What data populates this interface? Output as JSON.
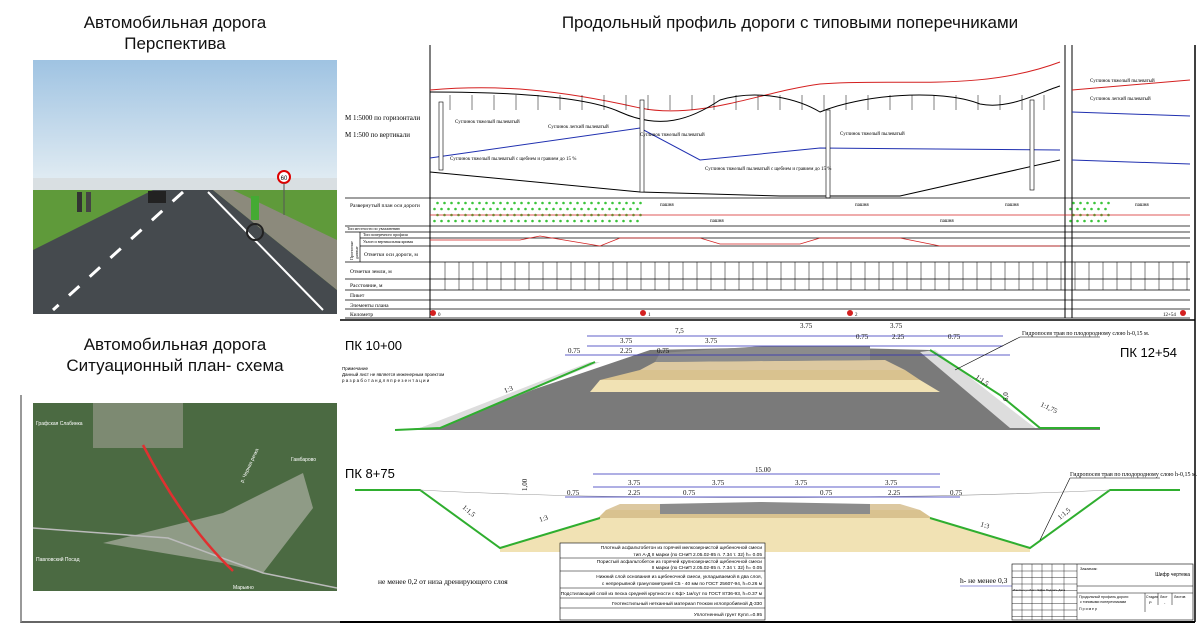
{
  "left": {
    "perspective_title": [
      "Автомобильная дорога",
      "Перспектива"
    ],
    "plan_title": [
      "Автомобильная дорога",
      "Ситуационный план- схема"
    ],
    "speed_sign": "60",
    "map_labels": [
      "Графская Слабинка",
      "Гамбарово",
      "р. Черная речка",
      "Павловский Посад",
      "Марьино"
    ]
  },
  "profile": {
    "title": "Продольный профиль дороги с типовыми поперечниками",
    "scale_h": "М 1:5000 по горизонтали",
    "scale_v": "М 1:500 по вертикали",
    "soils": [
      "Суглинок тяжелый пылеватый",
      "Суглинок легкий пылеватый",
      "Суглинок тяжелый пылеватый с щебнем и гравием до 15 %",
      "Суглинок легкий пылеватый",
      "Суглинок тяжелый пылеватый",
      "Суглинок тяжелый пылеватый с щебнем и гравием до 15 %",
      "Суглинок тяжелый пылеватый",
      "Суглинок легкий пылеватый"
    ],
    "rows": [
      "Развернутый план оси дороги",
      "Тип местности по увлажнению",
      "Тип поперечного профиля",
      "Уклон и вертикальная кривая",
      "Отметки оси дороги, м",
      "Отметки земли, м",
      "Расстояние, м",
      "Пикет",
      "Элементы плана",
      "Километр"
    ],
    "side_label": "Проектные данные",
    "plan_word": "пашня",
    "km": [
      "0",
      "1",
      "2",
      "12+54"
    ]
  },
  "sections": {
    "top": {
      "label_left": "ПК 10+00",
      "label_right": "ПК 12+54",
      "dims": [
        "7,5",
        "3.75",
        "3.75",
        "3.75",
        "3.75",
        "0.75",
        "2.25",
        "0.75",
        "0.75",
        "2.25",
        "0.75",
        "0.75"
      ],
      "slopes": [
        "1:3",
        "1:1,5",
        "1:1,75"
      ],
      "height": "6,0",
      "grass_note": "Гидропосев трав по плодородному слою h-0,15 м.",
      "note": [
        "Примечание",
        "Данный лист не является инженерным проектом",
        "р а з р а б о т а н   д л я   п р е з е н т а ц и и"
      ]
    },
    "bottom": {
      "label": "ПК 8+75",
      "dims": [
        "15.00",
        "3.75",
        "3.75",
        "3.75",
        "3.75",
        "0.75",
        "2.25",
        "0.75",
        "0.75",
        "2.25",
        "0.75",
        "0.75",
        "1,00"
      ],
      "slopes": [
        "1:1,5",
        "1:3",
        "1:3",
        "1:1,5"
      ],
      "grass_note": "Гидропосев трав по плодородному слою h-0,15 м.",
      "drain_note": "не менее 0,2 от низа дренирующего слоя",
      "h_note": "h- не менее 0,3"
    }
  },
  "legend": [
    [
      "Плотный асфальтобетон из горячей мелкозернистой щебеночной смеси",
      "тип А-Д II марки (по СНиП 2.05.02-85  п. 7.34 т. 32)     h= 0.05"
    ],
    [
      "Пористый асфальтобетон из горячей крупнозернистой щебеночной смеси",
      "II марки (по СНиП 2.05.02-85  п. 7.34 т. 32)     h= 0.05"
    ],
    [
      "Нижний слой основания из щебеночной смеси, укладываемой в два слоя,",
      "с непрерывной гранулометрией С5 - 40 мм по ГОСТ 25607-94, h=0.26 м"
    ],
    [
      "Подстилающий слой из песка средней крупности с Кф> 1м/сут по ГОСТ 8736-93, h=0.37 м"
    ],
    [
      "Геотекстильный нетканный материал Геоком иглопробивной Д-330"
    ],
    [
      "Уплотненный грунт  Купл.=0.95"
    ]
  ],
  "title_block": {
    "customer": "Заказчик:",
    "code": "Шифр чертежа",
    "cols": [
      "Изм",
      "Кол.уч",
      "Лист",
      "№Док",
      "Подпись",
      "Дата"
    ],
    "name": "Продольный профиль дороги с типовыми поперечниками",
    "sample": "П р и м е р",
    "stage_h": "Стадия",
    "sheet_h": "Лист",
    "sheets_h": "Листов",
    "stage": "Р",
    "sheet": "-"
  },
  "colors": {
    "profile_red": "#d42020",
    "groundwater_blue": "#2030b0",
    "dim_blue": "#2a2ab8",
    "asphalt": "#6e6e6e",
    "sand": "#f1e2b4",
    "gravel": "#d9c28f",
    "grass": "#2fae2f",
    "route_red": "#e03030"
  }
}
